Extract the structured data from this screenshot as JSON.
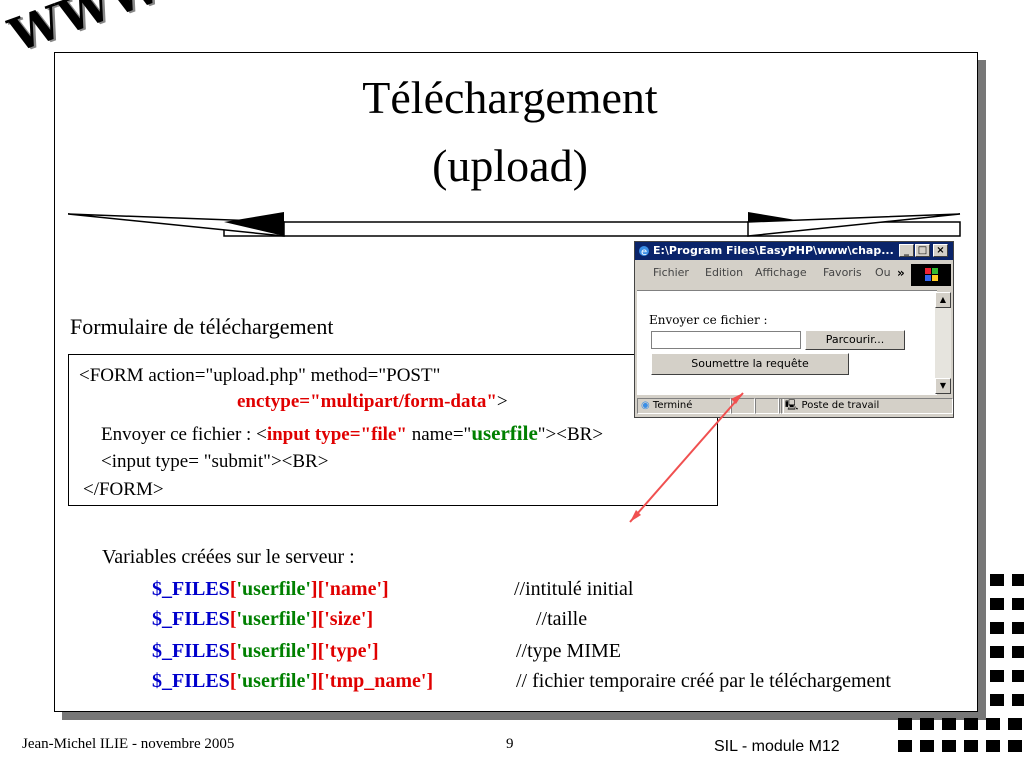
{
  "logo": "WWW",
  "title": {
    "line1": "Téléchargement",
    "line2": "(upload)"
  },
  "form_section_label": "Formulaire de téléchargement",
  "code": {
    "line1": "<FORM action=\"upload.php\"  method=\"POST\"",
    "line2_red": "enctype=\"multipart/form-data\"",
    "line2_tail": ">",
    "line3_pre": "Envoyer ce fichier : <",
    "line3_red": "input type=\"file\"",
    "line3_mid": " name=\"",
    "line3_green": "userfile",
    "line3_tail": "\"><BR>",
    "line4": "<input type= \"submit\"><BR>",
    "line5": "</FORM>"
  },
  "browser": {
    "title": "E:\\Program Files\\EasyPHP\\www\\chap...",
    "minimize": "_",
    "maximize": "□",
    "close": "×",
    "menu": [
      "Fichier",
      "Edition",
      "Affichage",
      "Favoris",
      "Ou"
    ],
    "more": "»",
    "field_label": "Envoyer ce fichier :",
    "browse_button": "Parcourir...",
    "submit_button": "Soumettre la requête",
    "status_done": "Terminé",
    "status_zone": "Poste de travail"
  },
  "variables": {
    "heading": "Variables créées sur le serveur :",
    "items": [
      {
        "var": "$_FILES",
        "key1": "'userfile'",
        "key2": "['name']",
        "comment": "//intitulé initial"
      },
      {
        "var": "$_FILES",
        "key1": "'userfile'",
        "key2": "['size']",
        "comment": "//taille"
      },
      {
        "var": "$_FILES",
        "key1": "'userfile'",
        "key2": "['type']",
        "comment": "//type MIME"
      },
      {
        "var": "$_FILES",
        "key1": "'userfile'",
        "key2": "['tmp_name']",
        "comment": "// fichier temporaire créé par le téléchargement"
      }
    ]
  },
  "footer": {
    "author": "Jean-Michel ILIE - novembre 2005",
    "page": "9",
    "course": "SIL - module M12"
  }
}
